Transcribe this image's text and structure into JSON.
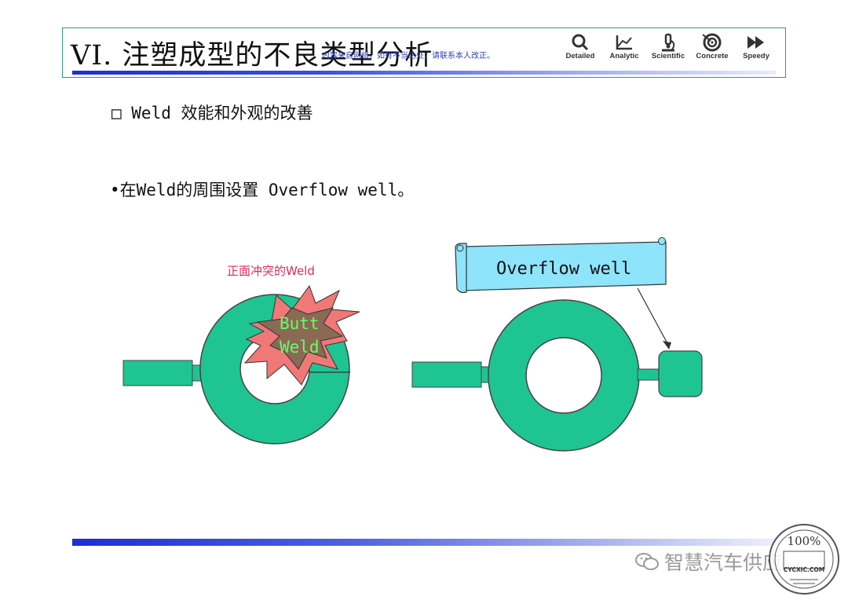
{
  "header": {
    "title": "VI. 注塑成型的不良类型分析",
    "watermark": "内容来自网络，如有不当之处，请联系本人改正。",
    "icons": [
      {
        "name": "search-icon",
        "label": "Detailed"
      },
      {
        "name": "chart-icon",
        "label": "Analytic"
      },
      {
        "name": "microscope-icon",
        "label": "Scientific"
      },
      {
        "name": "target-icon",
        "label": "Concrete"
      },
      {
        "name": "fast-forward-icon",
        "label": "Speedy"
      }
    ]
  },
  "content": {
    "subheading": "□ Weld 效能和外观的改善",
    "bullet": "•在Weld的周围设置 Overflow well。"
  },
  "diagram": {
    "left_caption": "正面冲突的Weld",
    "butt_label_1": "Butt",
    "butt_label_2": "Weld",
    "banner_text": "Overflow well"
  },
  "footer": {
    "wechat_text": "智慧汽车供应链",
    "stamp_text": "100%",
    "stamp_sub": "CYCXIC.COM"
  },
  "colors": {
    "part_fill": "#1fc493",
    "burst_fill": "#f07876",
    "weld_fill": "#8b6a55",
    "banner_fill": "#8ee4fa",
    "caption_color": "#e02a60",
    "label_color": "#66ff66"
  }
}
